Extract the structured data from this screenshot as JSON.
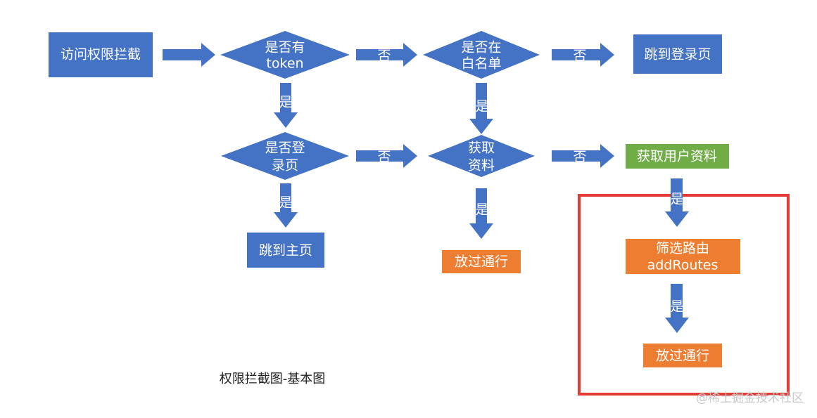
{
  "colors": {
    "blue": "#4472c4",
    "green": "#70ad47",
    "orange": "#ed7d31",
    "red_highlight": "#e53935"
  },
  "nodes": {
    "access_intercept": "访问权限拦截",
    "has_token_line1": "是否有",
    "has_token_line2": "token",
    "in_whitelist_line1": "是否在",
    "in_whitelist_line2": "白名单",
    "goto_login": "跳到登录页",
    "is_login_page_line1": "是否登",
    "is_login_page_line2": "录页",
    "get_data_line1": "获取",
    "get_data_line2": "资料",
    "get_user_profile": "获取用户资料",
    "goto_home": "跳到主页",
    "pass_through_1": "放过通行",
    "filter_routes_line1": "筛选路由",
    "filter_routes_line2": "addRoutes",
    "pass_through_2": "放过通行"
  },
  "edge_labels": {
    "no_1": "否",
    "no_2": "否",
    "yes_1": "是",
    "yes_2": "是",
    "no_3": "否",
    "no_4": "否",
    "yes_3": "是",
    "yes_4": "是",
    "yes_5": "是",
    "yes_6": "是"
  },
  "caption": "权限拦截图-基本图",
  "watermark": "@稀土掘金技术社区"
}
